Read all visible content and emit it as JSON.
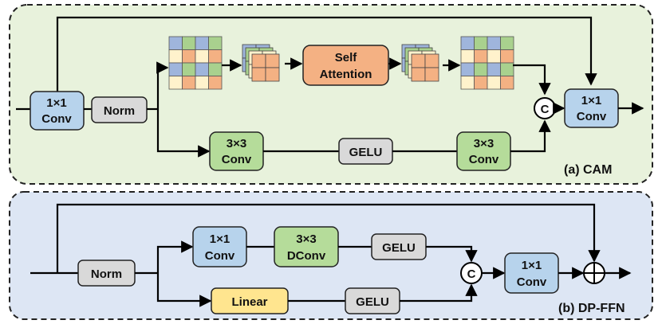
{
  "colors": {
    "cam_panel": "#e8f2dc",
    "ffn_panel": "#dde6f4",
    "conv1x1": "#b7d3ec",
    "conv3x3": "#b5dc9a",
    "gray_block": "#d9d9d9",
    "self_attention": "#f4b183",
    "linear": "#ffe58f",
    "grid_blue": "#9fb5dc",
    "grid_green": "#a9d18e",
    "grid_orange": "#f4b183",
    "grid_yellow": "#fff2cc"
  },
  "cam": {
    "caption": "(a) CAM",
    "conv_in": [
      "1×1",
      "Conv"
    ],
    "norm": "Norm",
    "self_attention": [
      "Self",
      "Attention"
    ],
    "concat": "C",
    "conv_out": [
      "1×1",
      "Conv"
    ],
    "conv3x3_a": [
      "3×3",
      "Conv"
    ],
    "gelu": "GELU",
    "conv3x3_b": [
      "3×3",
      "Conv"
    ]
  },
  "ffn": {
    "caption": "(b) DP-FFN",
    "norm": "Norm",
    "conv1x1": [
      "1×1",
      "Conv"
    ],
    "dconv": [
      "3×3",
      "DConv"
    ],
    "gelu_top": "GELU",
    "linear": "Linear",
    "gelu_bottom": "GELU",
    "concat": "C",
    "conv_out": [
      "1×1",
      "Conv"
    ]
  }
}
